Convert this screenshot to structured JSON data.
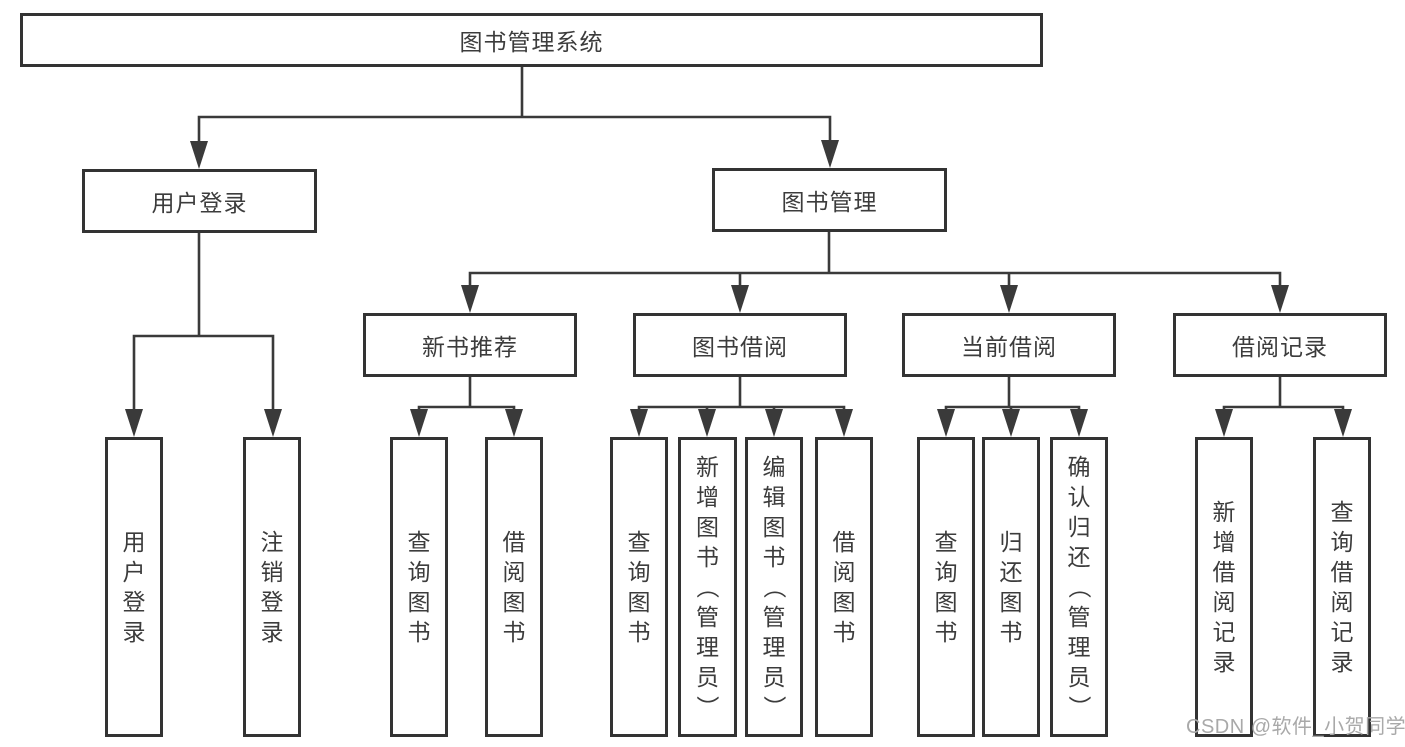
{
  "diagram": {
    "root": {
      "label": "图书管理系统"
    },
    "branches": [
      {
        "label": "用户登录",
        "children": [
          {
            "label": "用户登录"
          },
          {
            "label": "注销登录"
          }
        ]
      },
      {
        "label": "图书管理",
        "children": [
          {
            "label": "新书推荐",
            "children": [
              {
                "label": "查询图书"
              },
              {
                "label": "借阅图书"
              }
            ]
          },
          {
            "label": "图书借阅",
            "children": [
              {
                "label": "查询图书"
              },
              {
                "label": "新增图书（管理员）"
              },
              {
                "label": "编辑图书（管理员）"
              },
              {
                "label": "借阅图书"
              }
            ]
          },
          {
            "label": "当前借阅",
            "children": [
              {
                "label": "查询图书"
              },
              {
                "label": "归还图书"
              },
              {
                "label": "确认归还（管理员）"
              }
            ]
          },
          {
            "label": "借阅记录",
            "children": [
              {
                "label": "新增借阅记录"
              },
              {
                "label": "查询借阅记录"
              }
            ]
          }
        ]
      }
    ],
    "watermark": "CSDN @软件_小贺同学",
    "colors": {
      "line": "#3a3a3a",
      "box_border": "#333333",
      "text": "#3c3c3c",
      "watermark": "#a9a9a9",
      "background": "#ffffff"
    }
  }
}
